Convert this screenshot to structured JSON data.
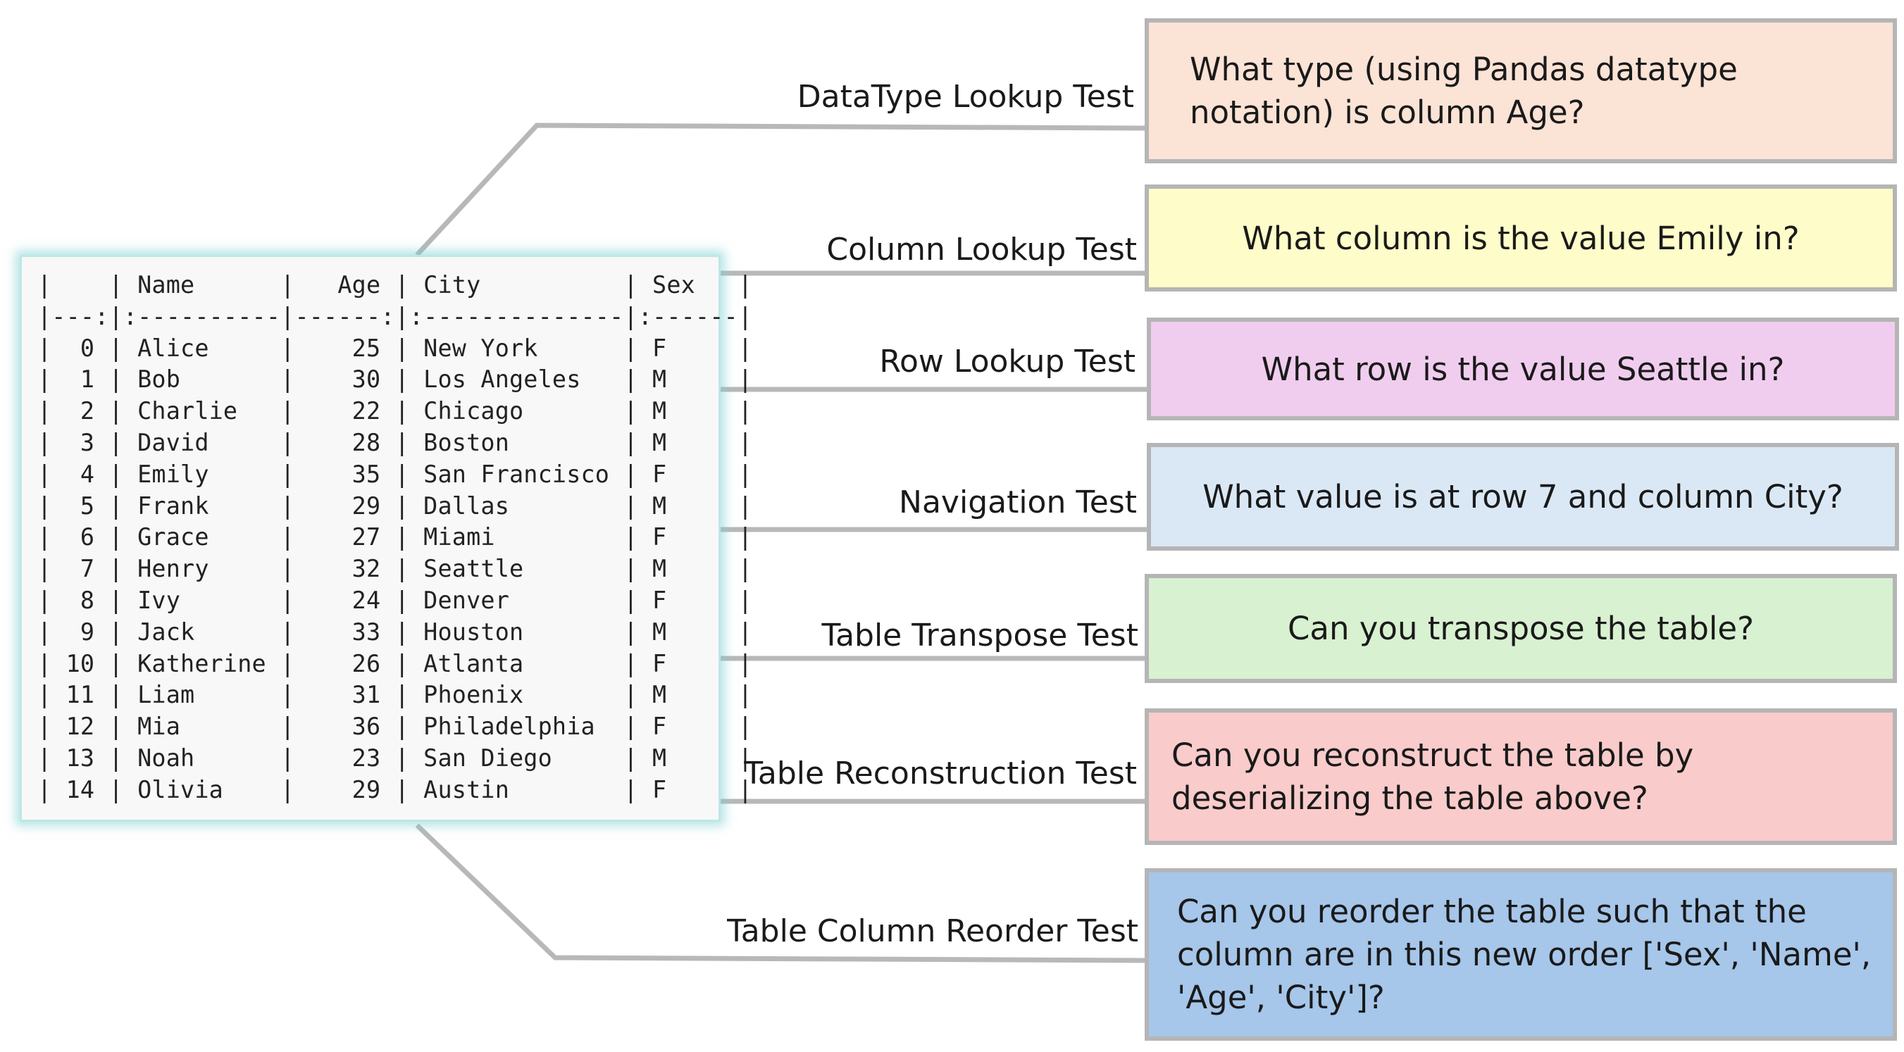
{
  "table": {
    "text": "|    | Name      |   Age | City          | Sex   |\n|---:|:----------|------:|:--------------|:------|\n|  0 | Alice     |    25 | New York      | F     |\n|  1 | Bob       |    30 | Los Angeles   | M     |\n|  2 | Charlie   |    22 | Chicago       | M     |\n|  3 | David     |    28 | Boston        | M     |\n|  4 | Emily     |    35 | San Francisco | F     |\n|  5 | Frank     |    29 | Dallas        | M     |\n|  6 | Grace     |    27 | Miami         | F     |\n|  7 | Henry     |    32 | Seattle       | M     |\n|  8 | Ivy       |    24 | Denver        | F     |\n|  9 | Jack      |    33 | Houston       | M     |\n| 10 | Katherine |    26 | Atlanta       | F     |\n| 11 | Liam      |    31 | Phoenix       | M     |\n| 12 | Mia       |    36 | Philadelphia  | F     |\n| 13 | Noah      |    23 | San Diego     | M     |\n| 14 | Olivia    |    29 | Austin        | F     |"
  },
  "tests": [
    {
      "label": "DataType Lookup Test",
      "question": "What type (using Pandas datatype notation) is column Age?",
      "color": "#fbe3d6"
    },
    {
      "label": "Column Lookup Test",
      "question": "What column is the value Emily in?",
      "color": "#fefdc9"
    },
    {
      "label": "Row Lookup Test",
      "question": "What row is the value Seattle in?",
      "color": "#f0cdee"
    },
    {
      "label": "Navigation Test",
      "question": "What value is at row 7 and column City?",
      "color": "#dae8f6"
    },
    {
      "label": "Table Transpose Test",
      "question": "Can you transpose the table?",
      "color": "#d8f1d1"
    },
    {
      "label": "Table Reconstruction Test",
      "question": "Can you reconstruct the table by deserializing the table above?",
      "color": "#facbcb"
    },
    {
      "label": "Table Column Reorder Test",
      "question": "Can you reorder the table such that the column are in this new order ['Sex', 'Name', 'Age', 'City']?",
      "color": "#a6c6ea"
    }
  ],
  "colors": {
    "connector": "#b8b8b8",
    "box_border": "#b5b5b5",
    "table_glow": "#7fd0d0"
  }
}
